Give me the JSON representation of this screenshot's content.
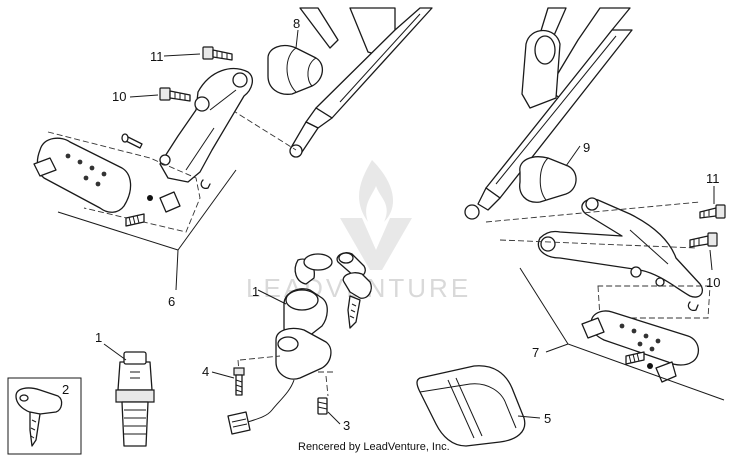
{
  "callouts": {
    "c1a": "1",
    "c1b": "1",
    "c2": "2",
    "c3": "3",
    "c4": "4",
    "c5": "5",
    "c6": "6",
    "c7": "7",
    "c8": "8",
    "c9": "9",
    "c10a": "10",
    "c10b": "10",
    "c11a": "11",
    "c11b": "11"
  },
  "watermark": "LEADVENTURE",
  "credit": "Rencered by LeadVenture, Inc.",
  "colors": {
    "ink": "#1a1a1a",
    "watermark": "#d9d9d9",
    "background": "#ffffff"
  }
}
